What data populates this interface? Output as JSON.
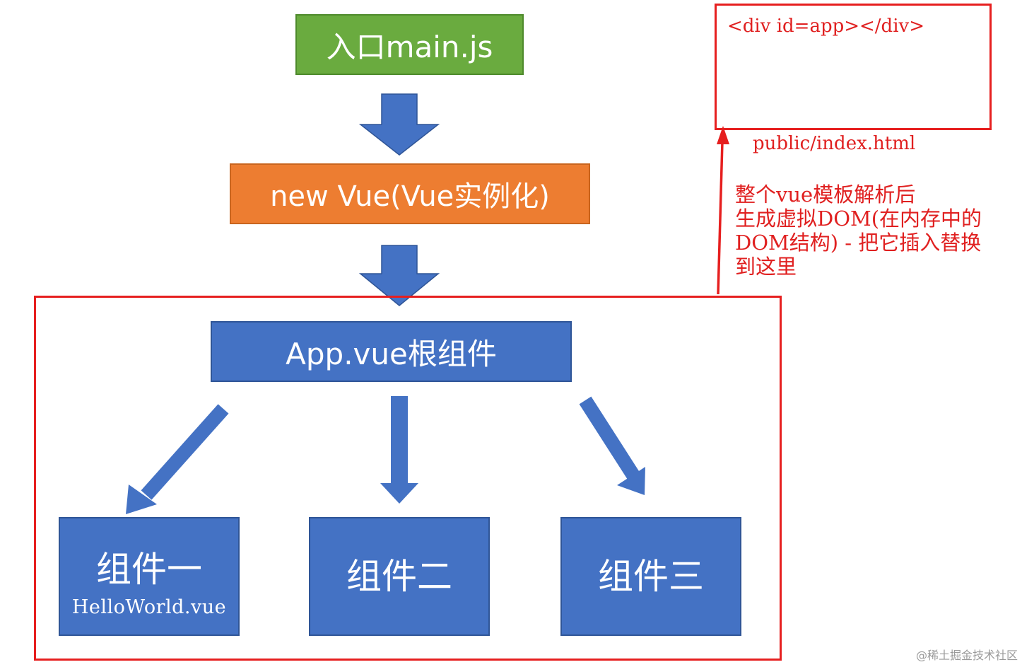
{
  "entry": {
    "label": "入口main.js"
  },
  "instance": {
    "label": "new Vue(Vue实例化)"
  },
  "root": {
    "label": "App.vue根组件"
  },
  "components": [
    {
      "label": "组件一",
      "sublabel": "HelloWorld.vue"
    },
    {
      "label": "组件二"
    },
    {
      "label": "组件三"
    }
  ],
  "html_file": {
    "code": "<div id=app></div>",
    "path": "public/index.html"
  },
  "annotation": {
    "lines": [
      "整个vue模板解析后",
      "生成虚拟DOM(在内存中的",
      "DOM结构) - 把它插入替换",
      "到这里"
    ]
  },
  "watermark": "@稀土掘金技术社区",
  "colors": {
    "entry": "#6aab3f",
    "instance": "#ed7d31",
    "component": "#4472c4",
    "arrow": "#4472c4",
    "highlight": "#e61f1f"
  }
}
